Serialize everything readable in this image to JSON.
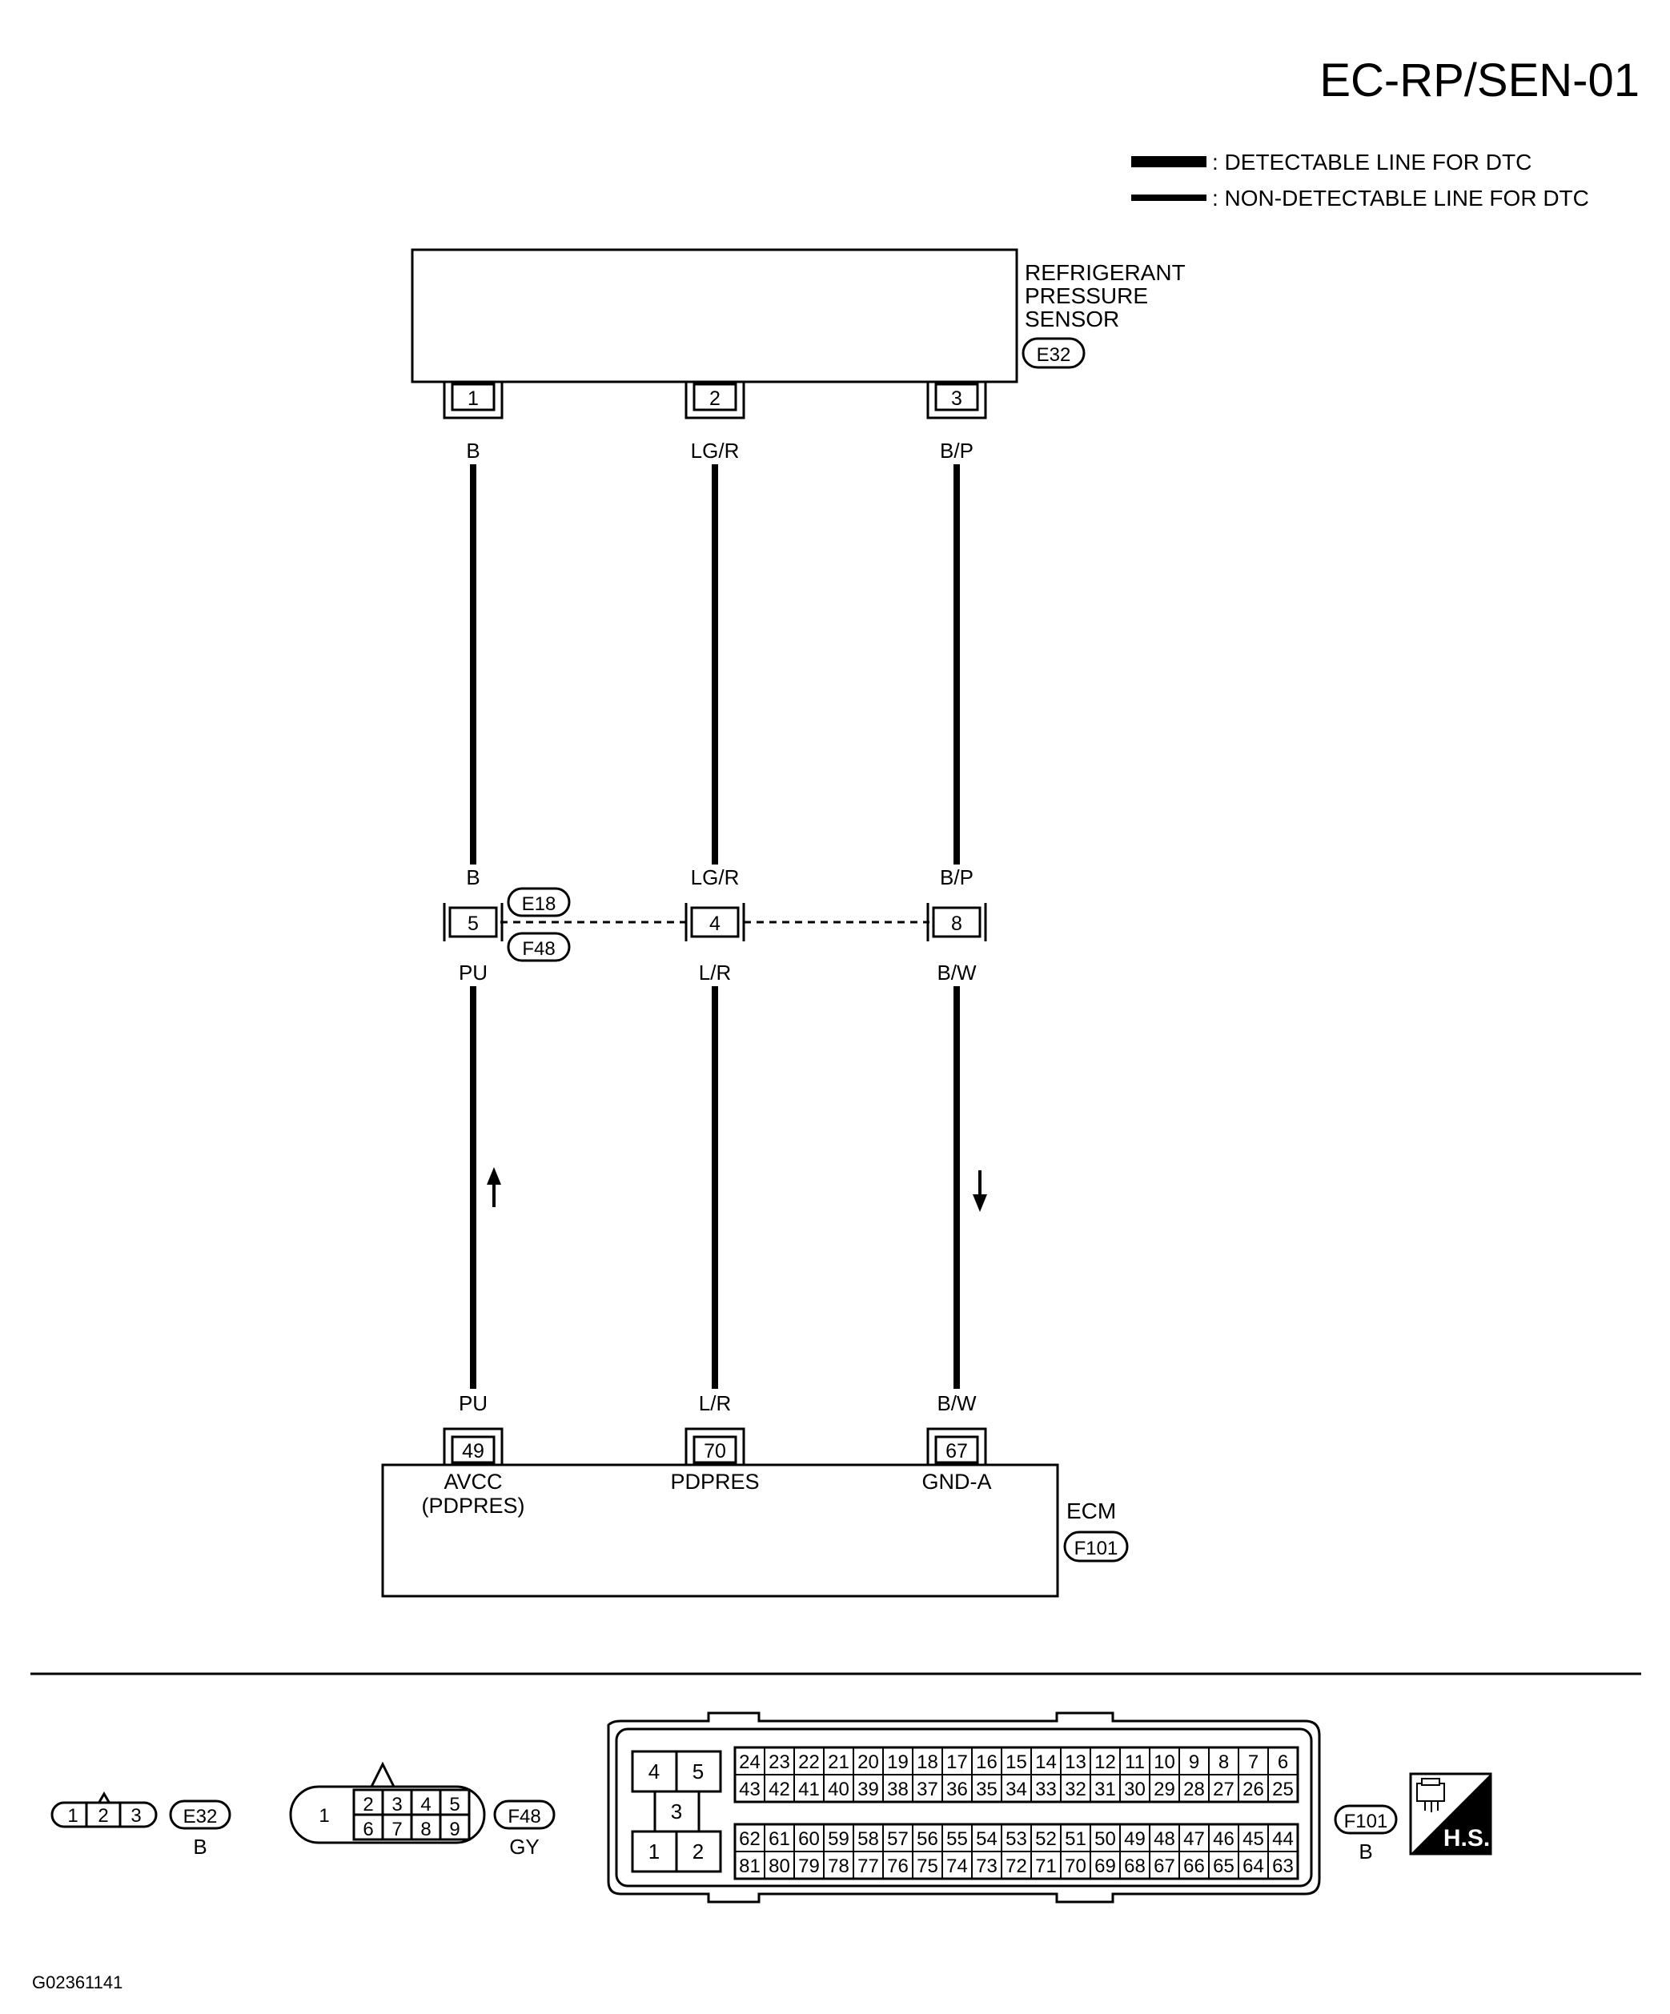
{
  "page_code": "EC-RP/SEN-01",
  "legend": {
    "detectable": ": DETECTABLE LINE FOR DTC",
    "non_detectable": ": NON-DETECTABLE LINE FOR DTC"
  },
  "sensor": {
    "line1": "REFRIGERANT",
    "line2": "PRESSURE",
    "line3": "SENSOR",
    "connector": "E32",
    "pins": [
      "1",
      "2",
      "3"
    ]
  },
  "wires_top": {
    "upper_colors": [
      "B",
      "LG/R",
      "B/P"
    ],
    "lower_colors": [
      "B",
      "LG/R",
      "B/P"
    ]
  },
  "joint": {
    "pins": [
      "5",
      "4",
      "8"
    ],
    "connector_top": "E18",
    "connector_bottom": "F48"
  },
  "wires_bottom": {
    "upper_colors": [
      "PU",
      "L/R",
      "B/W"
    ],
    "lower_colors": [
      "PU",
      "L/R",
      "B/W"
    ]
  },
  "ecm": {
    "name": "ECM",
    "connector": "F101",
    "pins": [
      "49",
      "70",
      "67"
    ],
    "terminal_labels": [
      "AVCC",
      "PDPRES",
      "GND-A"
    ],
    "terminal_sub": "(PDPRES)"
  },
  "connector_views": {
    "e32": {
      "id": "E32",
      "color": "B",
      "pins": [
        "1",
        "2",
        "3"
      ]
    },
    "f48": {
      "id": "F48",
      "color": "GY",
      "left_pin": "1",
      "row1": [
        "2",
        "3",
        "4",
        "5"
      ],
      "row2": [
        "6",
        "7",
        "8",
        "9"
      ]
    },
    "f101": {
      "id": "F101",
      "color": "B",
      "left_block": [
        "4",
        "5",
        "3",
        "1",
        "2"
      ],
      "row1": [
        "24",
        "23",
        "22",
        "21",
        "20",
        "19",
        "18",
        "17",
        "16",
        "15",
        "14",
        "13",
        "12",
        "11",
        "10",
        "9",
        "8",
        "7",
        "6"
      ],
      "row2": [
        "43",
        "42",
        "41",
        "40",
        "39",
        "38",
        "37",
        "36",
        "35",
        "34",
        "33",
        "32",
        "31",
        "30",
        "29",
        "28",
        "27",
        "26",
        "25"
      ],
      "row3": [
        "62",
        "61",
        "60",
        "59",
        "58",
        "57",
        "56",
        "55",
        "54",
        "53",
        "52",
        "51",
        "50",
        "49",
        "48",
        "47",
        "46",
        "45",
        "44"
      ],
      "row4": [
        "81",
        "80",
        "79",
        "78",
        "77",
        "76",
        "75",
        "74",
        "73",
        "72",
        "71",
        "70",
        "69",
        "68",
        "67",
        "66",
        "65",
        "64",
        "63"
      ]
    },
    "hs_label": "H.S."
  },
  "figure_code": "G02361141"
}
